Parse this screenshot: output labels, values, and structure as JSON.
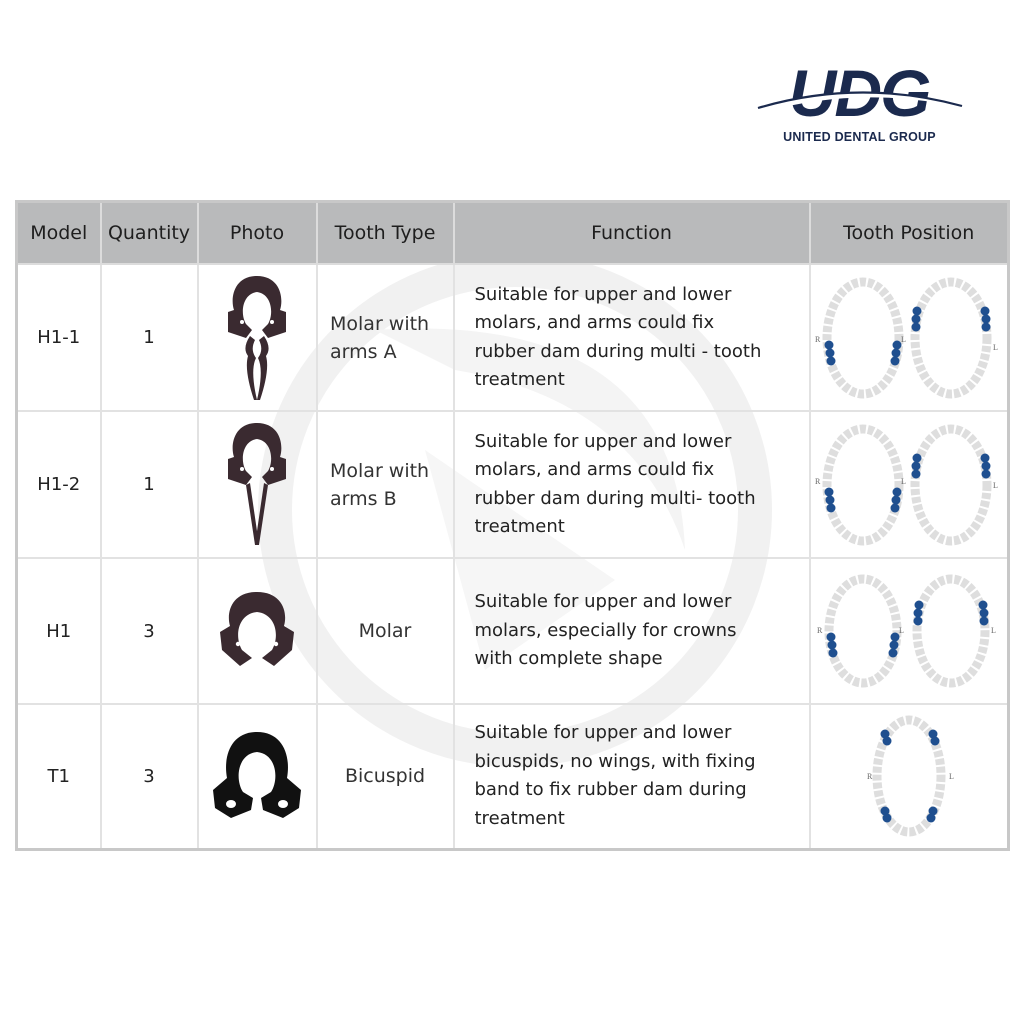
{
  "brand": {
    "logo_text": "UDG",
    "subtitle": "UNITED DENTAL GROUP",
    "color": "#1b2a4e"
  },
  "table": {
    "headers": [
      "Model",
      "Quantity",
      "Photo",
      "Tooth Type",
      "Function",
      "Tooth Position"
    ],
    "rows": [
      {
        "model": "H1-1",
        "quantity": "1",
        "photo_icon": "molar-clamp-with-arms-a-icon",
        "tooth_type": "Molar with arms A",
        "function": "Suitable for upper and lower molars, and arms could fix rubber dam during multi - tooth  treatment",
        "position": {
          "left_label": "R",
          "right_label": "L",
          "arches": 2,
          "highlight": "molars"
        }
      },
      {
        "model": "H1-2",
        "quantity": "1",
        "photo_icon": "molar-clamp-with-arms-b-icon",
        "tooth_type": "Molar with arms B",
        "function": "Suitable for upper and lower molars, and arms could fix rubber  dam during multi- tooth  treatment",
        "position": {
          "left_label": "R",
          "right_label": "L",
          "arches": 2,
          "highlight": "molars"
        }
      },
      {
        "model": "H1",
        "quantity": "3",
        "photo_icon": "molar-clamp-icon",
        "tooth_type": "Molar",
        "function": "Suitable for upper and lower molars, especially for crowns with complete shape",
        "position": {
          "left_label": "R",
          "right_label": "L",
          "arches": 2,
          "highlight": "molars"
        }
      },
      {
        "model": "T1",
        "quantity": "3",
        "photo_icon": "bicuspid-clamp-icon",
        "tooth_type": "Bicuspid",
        "function": "Suitable for upper and lower bicuspids, no wings, with fixing band to fix rubber dam during treatment",
        "position": {
          "left_label": "R",
          "right_label": "L",
          "arches": 1,
          "highlight": "bicuspids"
        }
      }
    ]
  },
  "colors": {
    "header_bg": "#b9babb",
    "tooth_highlight": "#1f4f8f",
    "tooth_normal": "#dcdcdc",
    "clamp_dark": "#3a2a30",
    "clamp_black": "#111111"
  }
}
